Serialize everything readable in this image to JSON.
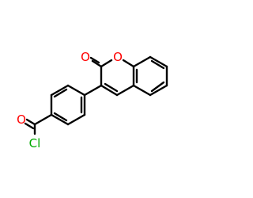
{
  "atoms": {
    "carbonyl_oxygen": "O",
    "ring_oxygen": "O",
    "chlorine": "Cl"
  },
  "colors": {
    "background": "#ffffff",
    "bond": "#000000",
    "oxygen": "#ff0000",
    "chlorine": "#00aa00"
  }
}
